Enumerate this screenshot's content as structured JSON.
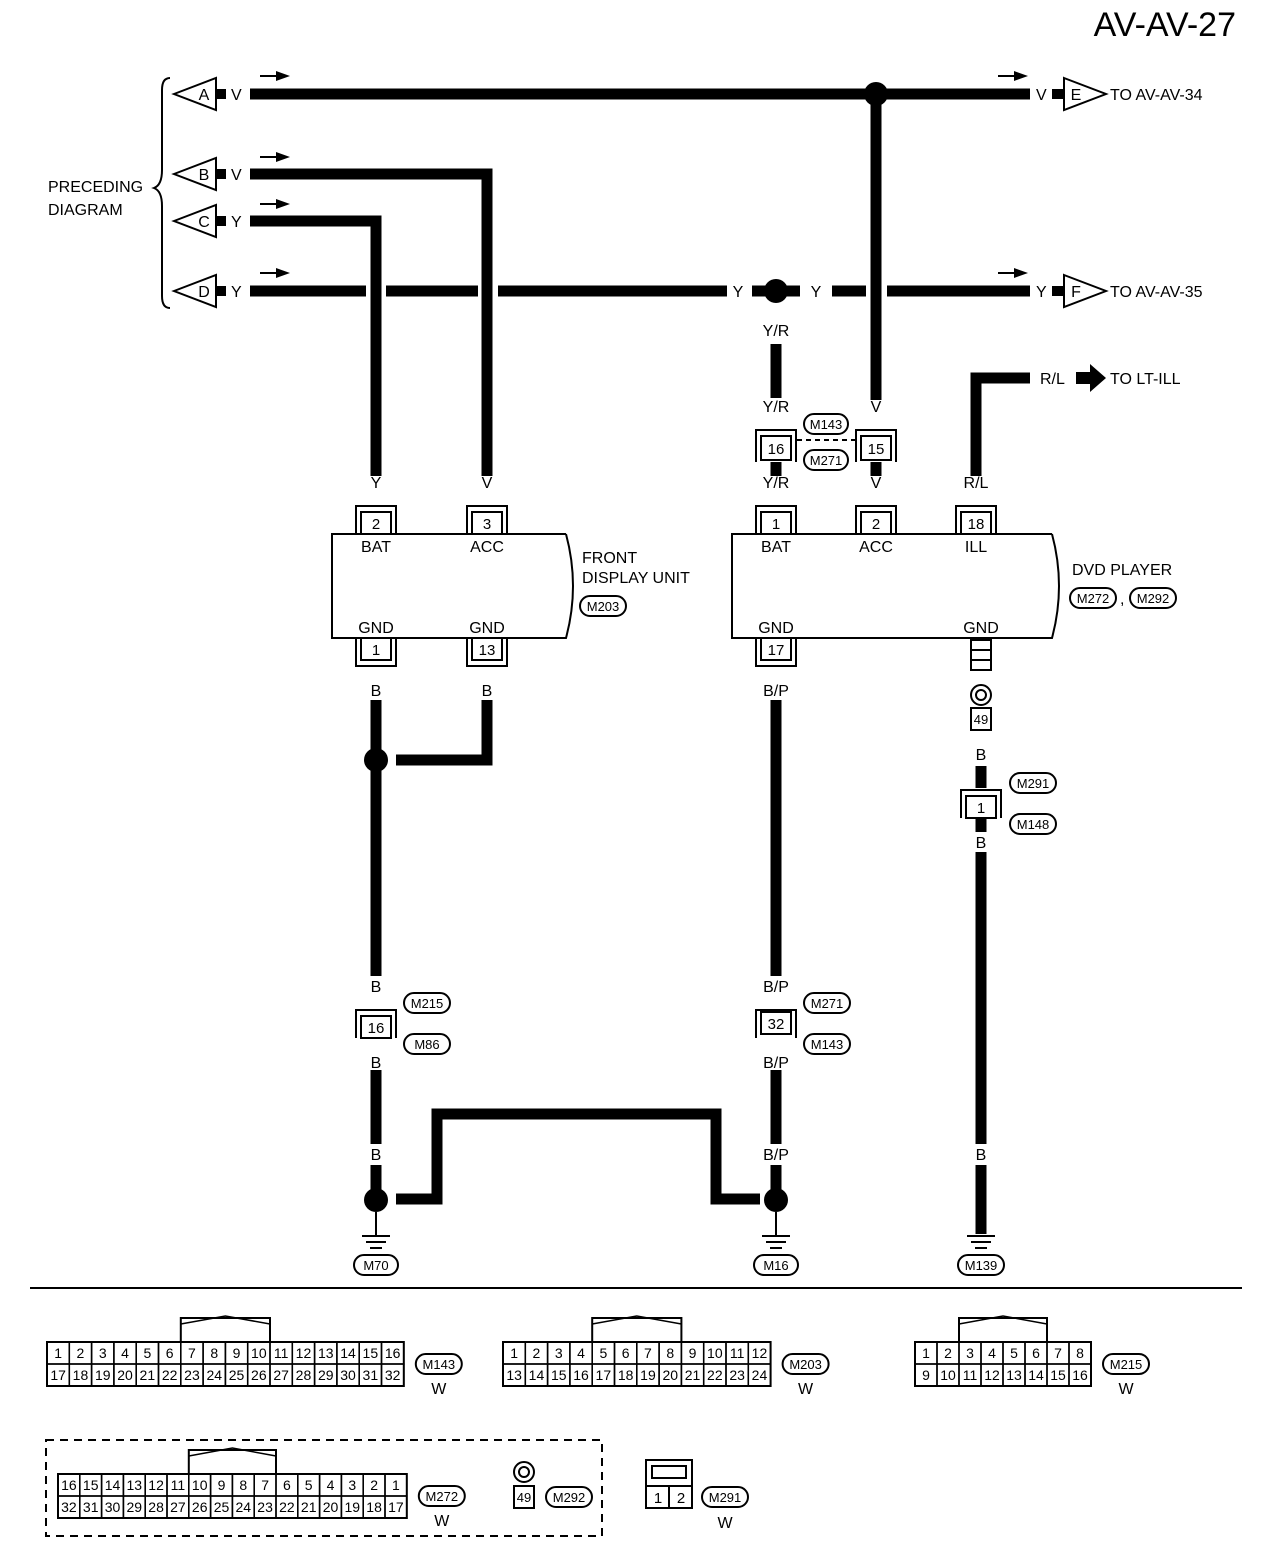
{
  "page_code": "AV-AV-27",
  "preceding_label": [
    "PRECEDING",
    "DIAGRAM"
  ],
  "flags": {
    "A": {
      "letter": "A",
      "color": "V"
    },
    "B": {
      "letter": "B",
      "color": "V"
    },
    "C": {
      "letter": "C",
      "color": "Y"
    },
    "D": {
      "letter": "D",
      "color": "Y"
    },
    "E": {
      "letter": "E",
      "color": "V",
      "target": "TO AV-AV-34"
    },
    "F": {
      "letter": "F",
      "color": "Y",
      "target": "TO AV-AV-35"
    }
  },
  "lt_ill": {
    "color": "R/L",
    "target": "TO LT-ILL"
  },
  "front_display": {
    "name": [
      "FRONT",
      "DISPLAY UNIT"
    ],
    "connector": "M203",
    "pins": [
      {
        "num": "2",
        "func": "BAT",
        "color": "Y"
      },
      {
        "num": "3",
        "func": "ACC",
        "color": "V"
      },
      {
        "num": "1",
        "func": "GND",
        "color": "B"
      },
      {
        "num": "13",
        "func": "GND",
        "color": "B"
      }
    ]
  },
  "dvd_player": {
    "name": "DVD PLAYER",
    "connectors": [
      "M272",
      "M292"
    ],
    "separator": ",",
    "pins": [
      {
        "num": "1",
        "func": "BAT",
        "color": "Y/R"
      },
      {
        "num": "2",
        "func": "ACC",
        "color": "V"
      },
      {
        "num": "18",
        "func": "ILL",
        "color": "R/L"
      },
      {
        "num": "17",
        "func": "GND",
        "color": "B/P"
      },
      {
        "num": "",
        "func": "GND",
        "color": "B"
      }
    ]
  },
  "junction_top": {
    "connectors": [
      "M143",
      "M271"
    ],
    "pins": [
      {
        "num": "16",
        "color": "Y/R"
      },
      {
        "num": "15",
        "color": "V"
      }
    ],
    "splice_color": "Y/R",
    "d_line_color": "Y"
  },
  "ground_term": {
    "num": "49",
    "color": "B"
  },
  "junction_m291": {
    "num": "1",
    "connectors": [
      "M291",
      "M148"
    ],
    "color": "B"
  },
  "junction_m215": {
    "num": "16",
    "connectors": [
      "M215",
      "M86"
    ],
    "color_in": "B",
    "color_out": "B"
  },
  "junction_m271": {
    "num": "32",
    "connectors": [
      "M271",
      "M143"
    ],
    "color_in": "B/P",
    "color_out": "B/P"
  },
  "bottom_colors": {
    "left": "B",
    "cross_left": "B",
    "cross_right": "B",
    "mid": "B/P",
    "right": "B"
  },
  "grounds": [
    "M70",
    "M16",
    "M139"
  ],
  "connector_faces": [
    {
      "name": "M143",
      "color": "W",
      "top": [
        "1",
        "2",
        "3",
        "4",
        "5",
        "6",
        "7",
        "8",
        "9",
        "10",
        "11",
        "12",
        "13",
        "14",
        "15",
        "16"
      ],
      "bottom": [
        "17",
        "18",
        "19",
        "20",
        "21",
        "22",
        "23",
        "24",
        "25",
        "26",
        "27",
        "28",
        "29",
        "30",
        "31",
        "32"
      ]
    },
    {
      "name": "M203",
      "color": "W",
      "top": [
        "1",
        "2",
        "3",
        "4",
        "5",
        "6",
        "7",
        "8",
        "9",
        "10",
        "11",
        "12"
      ],
      "bottom": [
        "13",
        "14",
        "15",
        "16",
        "17",
        "18",
        "19",
        "20",
        "21",
        "22",
        "23",
        "24"
      ]
    },
    {
      "name": "M215",
      "color": "W",
      "top": [
        "1",
        "2",
        "3",
        "4",
        "5",
        "6",
        "7",
        "8"
      ],
      "bottom": [
        "9",
        "10",
        "11",
        "12",
        "13",
        "14",
        "15",
        "16"
      ]
    },
    {
      "name": "M272",
      "color": "W",
      "top": [
        "16",
        "15",
        "14",
        "13",
        "12",
        "11",
        "10",
        "9",
        "8",
        "7",
        "6",
        "5",
        "4",
        "3",
        "2",
        "1"
      ],
      "bottom": [
        "32",
        "31",
        "30",
        "29",
        "28",
        "27",
        "26",
        "25",
        "24",
        "23",
        "22",
        "21",
        "20",
        "19",
        "18",
        "17"
      ]
    },
    {
      "name": "M292",
      "term": "49"
    },
    {
      "name": "M291",
      "color": "W",
      "pins": [
        "1",
        "2"
      ]
    }
  ]
}
